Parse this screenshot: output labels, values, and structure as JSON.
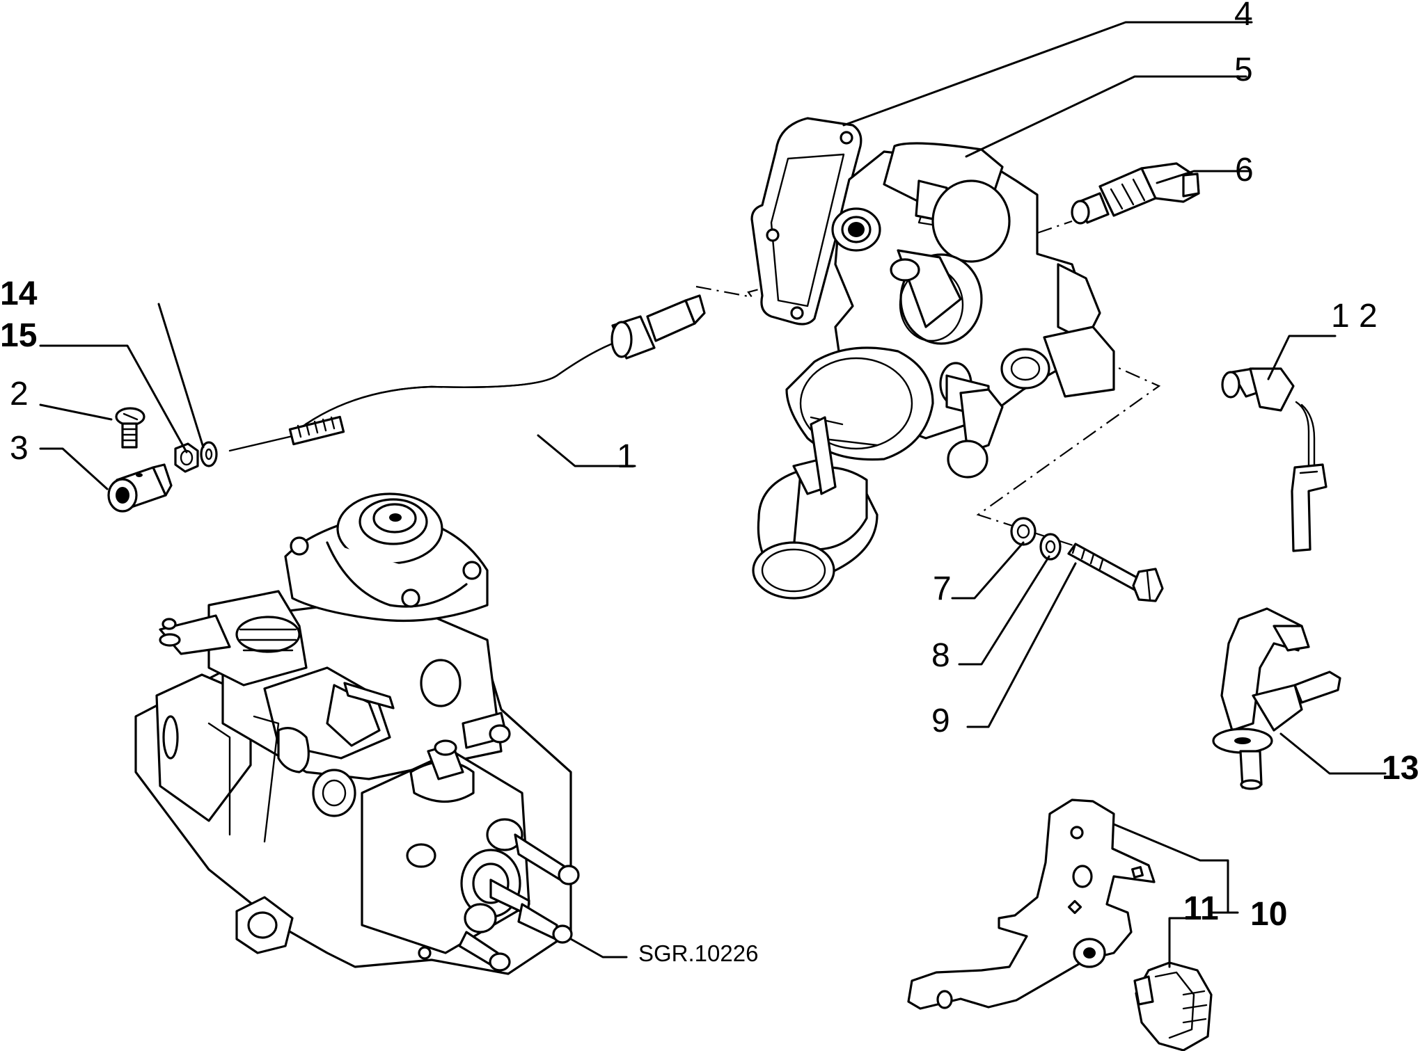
{
  "reference": "SGR.10226",
  "callouts": {
    "c1": "1",
    "c2": "2",
    "c3": "3",
    "c4": "4",
    "c5": "5",
    "c6": "6",
    "c7": "7",
    "c8": "8",
    "c9": "9",
    "c10": "10",
    "c11": "11",
    "c12": "1 2",
    "c13": "13",
    "c14": "14",
    "c15": "15"
  }
}
